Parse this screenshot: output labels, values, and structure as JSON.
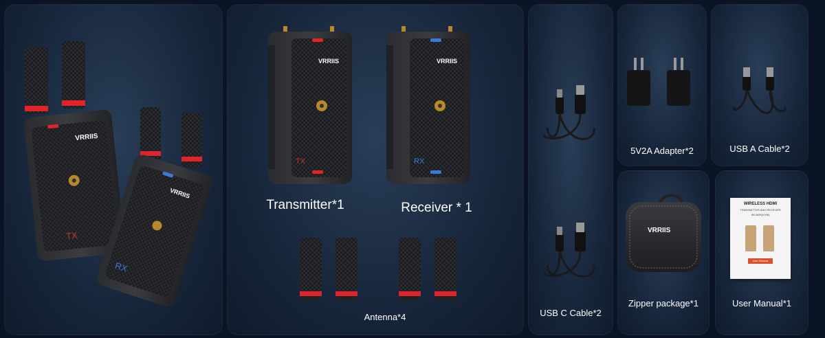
{
  "brand": "VRRIIS",
  "device_marks": {
    "tx": "TX",
    "rx": "RX"
  },
  "items": {
    "transmitter": "Transmitter*1",
    "receiver": "Receiver * 1",
    "antenna": "Antenna*4",
    "usb_c_cable": "USB C Cable*2",
    "adapter": "5V2A Adapter*2",
    "usb_a_cable": "USB A Cable*2",
    "zipper_package": "Zipper package*1",
    "user_manual": "User Manual*1"
  },
  "manual_cover": {
    "title": "WIRELESS HDMI",
    "subtitle": "TRANSMITTER AND RECEIVER",
    "model": "WL082K(KVM)",
    "badge": "User Manual"
  },
  "colors": {
    "accent_red": "#e0242c",
    "accent_blue": "#3a7bd5",
    "panel": "#1a2a40",
    "background": "#0b1424"
  }
}
